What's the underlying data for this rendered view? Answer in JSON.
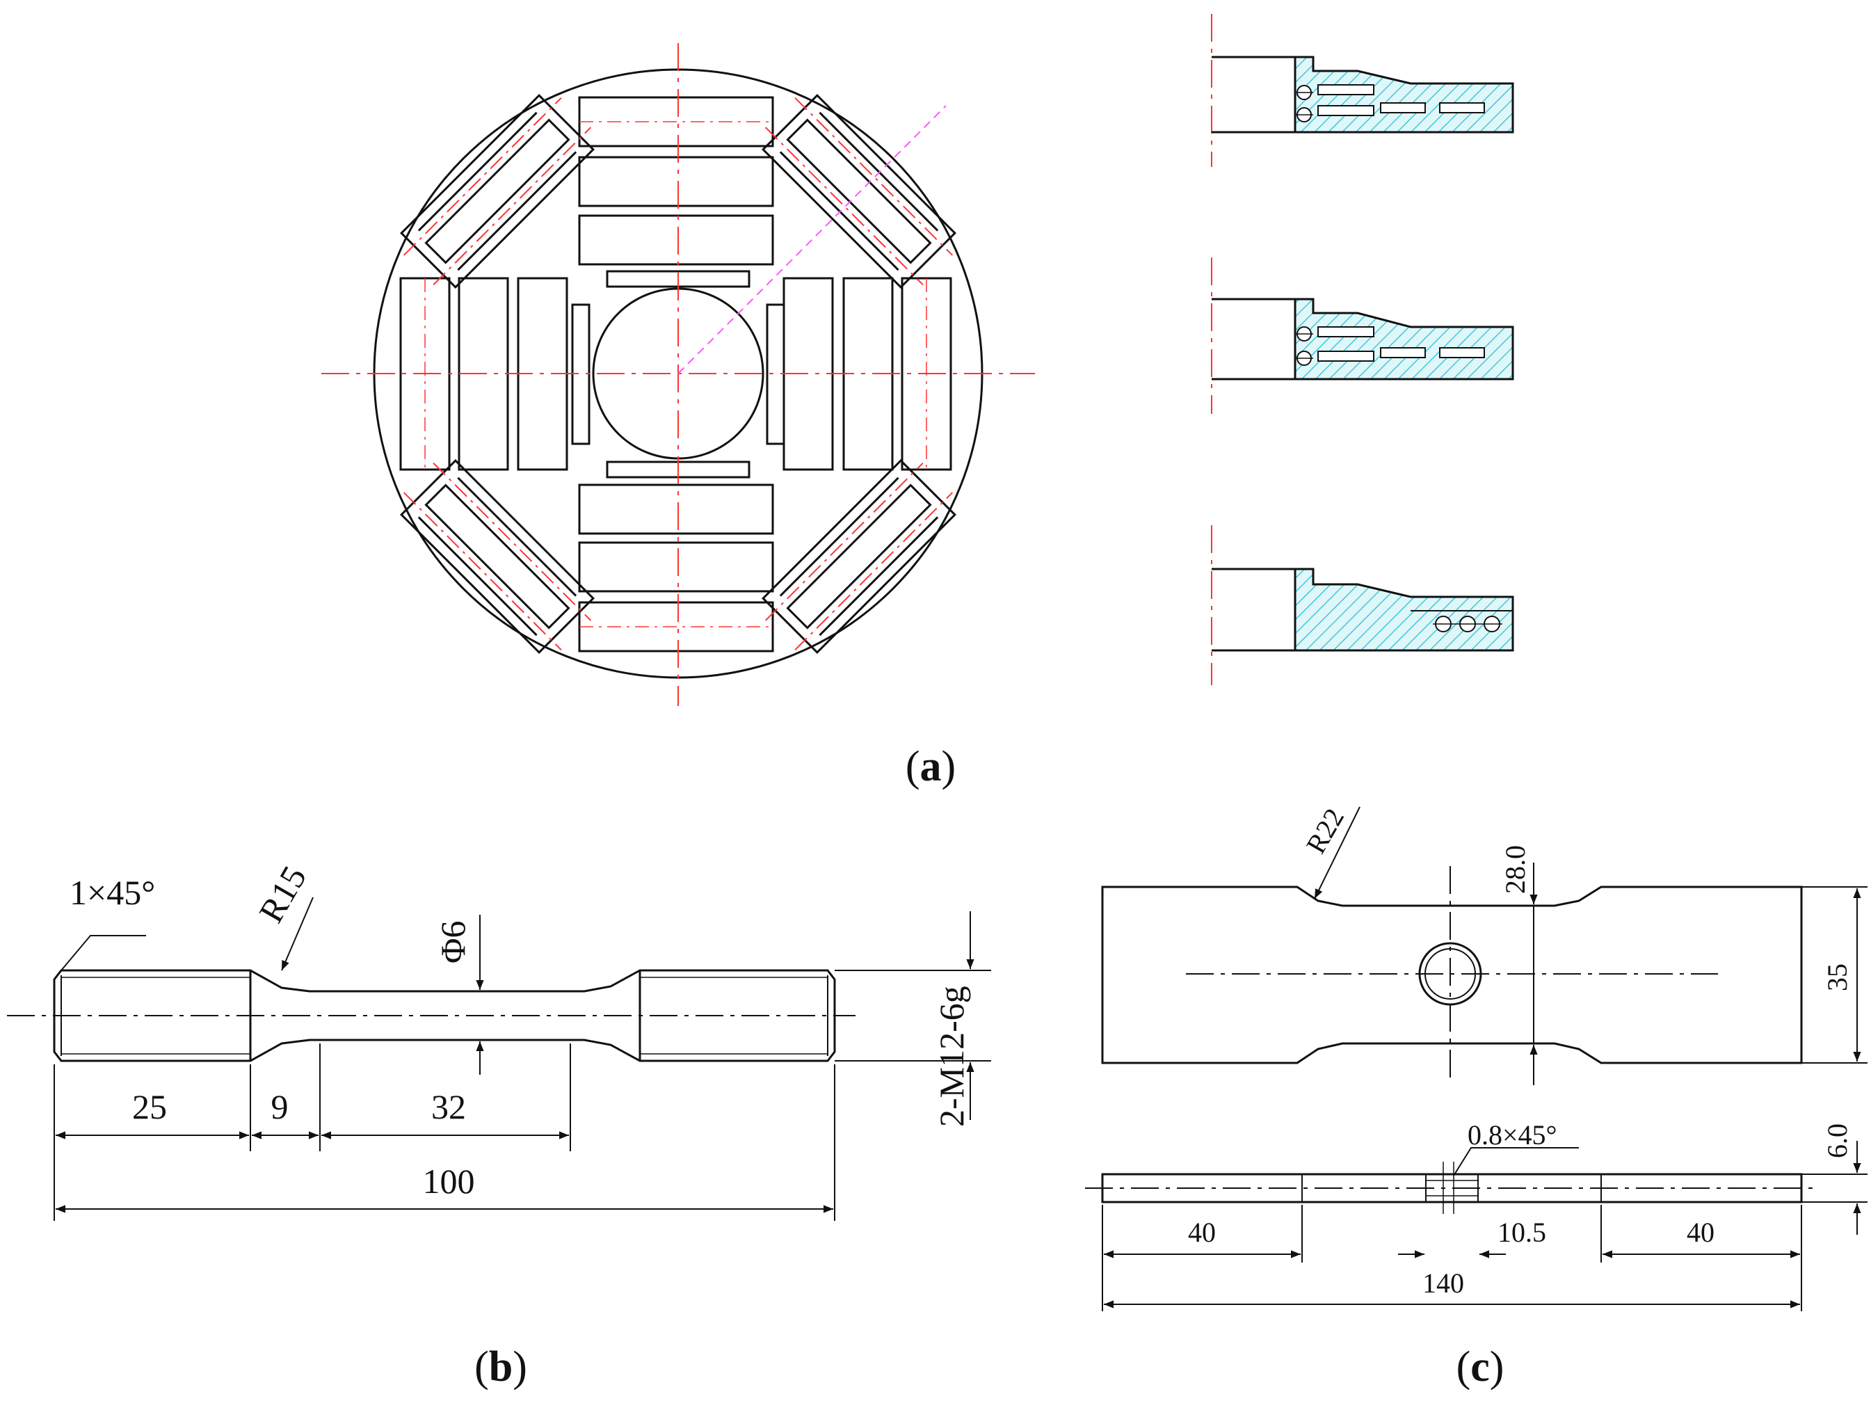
{
  "colors": {
    "line": "#111111",
    "center_line": "#ff3333",
    "diagonal_line": "#ff55ff",
    "hatch_fill": "#dff7f9",
    "hatch_line": "#40c8d8"
  },
  "captions": {
    "a": {
      "open": "(",
      "letter": "a",
      "close": ")"
    },
    "b": {
      "open": "(",
      "letter": "b",
      "close": ")"
    },
    "c": {
      "open": "(",
      "letter": "c",
      "close": ")"
    }
  },
  "specimen_b": {
    "chamfer": "1×45°",
    "radius": "R15",
    "diameter": "Φ6",
    "thread": "2-M12-6g",
    "dims": [
      "25",
      "9",
      "32",
      "100"
    ]
  },
  "specimen_c": {
    "radius": "R22",
    "width_center": "28.0",
    "width_end": "35",
    "thickness": "6.0",
    "chamfer": "0.8×45°",
    "dims": [
      "40",
      "10.5",
      "40",
      "140"
    ]
  }
}
